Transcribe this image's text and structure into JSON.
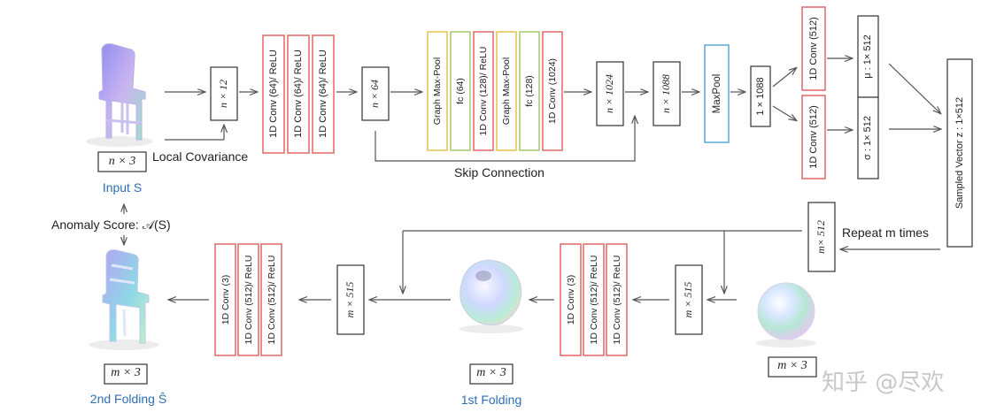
{
  "colors": {
    "conv_border": "#e06666",
    "pool_yellow": "#e8c14a",
    "fc_green": "#a6c96a",
    "maxpool_blue": "#5aa9d6",
    "label_blue": "#2e6fb3",
    "arrow": "#555555"
  },
  "encoder": {
    "input_dim": "n × 3",
    "input_label": "Input S",
    "covariance_dim": "n × 12",
    "local_covariance": "Local Covariance",
    "conv_stack": [
      "1D Conv (64)/ ReLU",
      "1D Conv (64)/ ReLU",
      "1D Conv (64)/ ReLU"
    ],
    "feature_dim": "n × 64",
    "graph_layers": [
      "Graph Max-Pool",
      "fc (64)",
      "1D Conv (128)/ ReLU",
      "Graph Max-Pool",
      "fc (128)",
      "1D Conv (1024)"
    ],
    "dim_1024": "n × 1024",
    "dim_1088": "n × 1088",
    "skip_connection": "Skip Connection",
    "maxpool": "MaxPool",
    "pooled_dim": "1 × 1088",
    "mu_conv": "1D Conv (512)",
    "sigma_conv": "1D Conv (512)",
    "mu_dim": "μ : 1× 512",
    "sigma_dim": "σ : 1× 512",
    "sampled_vector": "Sampled Vector  z : 1×512"
  },
  "decoder": {
    "repeat_label": "Repeat m times",
    "repeat_dim": "m× 512",
    "sphere_dim": "m × 3",
    "concat_dim_1": "m × 515",
    "fold1_stack": [
      "1D Conv (3)",
      "1D Conv (512)/ ReLU",
      "1D Conv (512)/ ReLU"
    ],
    "fold1_dim": "m × 3",
    "fold1_label": "1st Folding",
    "concat_dim_2": "m × 515",
    "fold2_stack": [
      "1D Conv (3)",
      "1D Conv (512)/ ReLU",
      "1D Conv (512)/ ReLU"
    ],
    "fold2_dim": "m × 3",
    "fold2_label": "2nd Folding Ŝ"
  },
  "anomaly_score": "Anomaly Score: 𝒜(S)",
  "watermark": "知乎 @尽欢",
  "icons": [
    "chair-point-cloud-icon",
    "folded-chair-point-cloud-icon",
    "sphere-point-cloud-icon",
    "first-fold-point-cloud-icon"
  ]
}
